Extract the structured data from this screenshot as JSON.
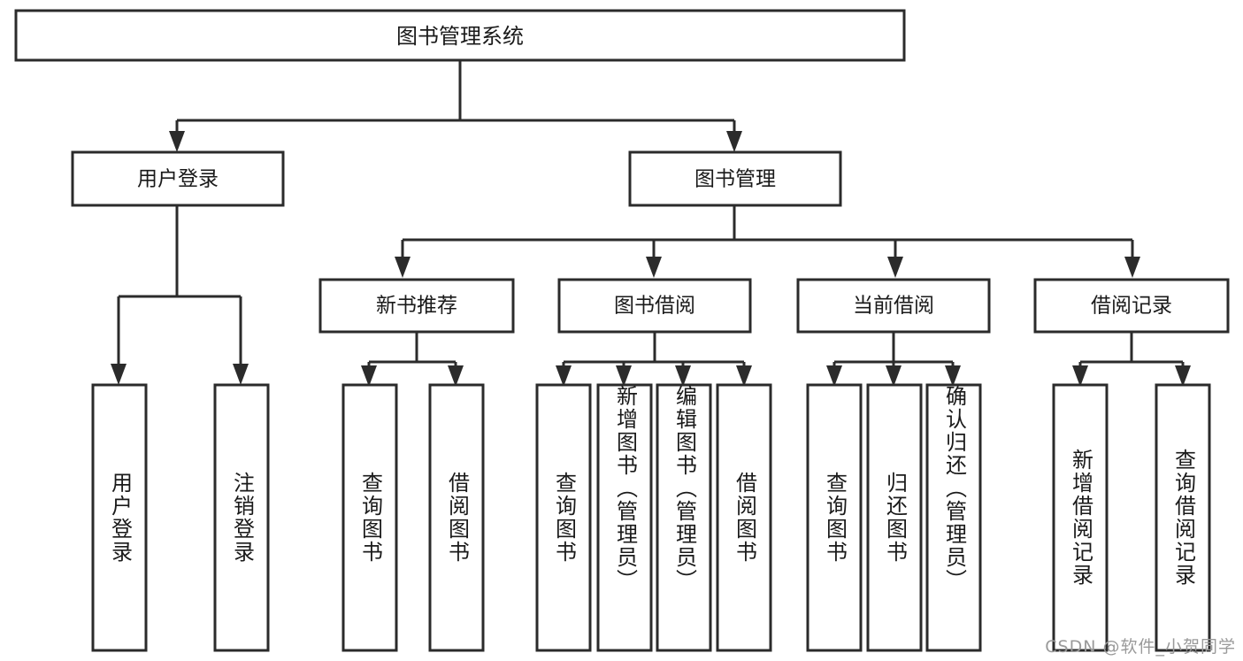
{
  "diagram": {
    "title": "图书管理系统",
    "type": "tree-hierarchy-diagram",
    "colors": {
      "stroke": "#2b2b2b",
      "fill": "#ffffff",
      "text": "#1a1a1a",
      "watermark": "#9a9a9a",
      "background": "#ffffff"
    },
    "root": {
      "label": "图书管理系统"
    },
    "level2": [
      {
        "label": "用户登录"
      },
      {
        "label": "图书管理"
      }
    ],
    "level3": [
      {
        "label": "新书推荐"
      },
      {
        "label": "图书借阅"
      },
      {
        "label": "当前借阅"
      },
      {
        "label": "借阅记录"
      }
    ],
    "leaves": {
      "user_login": [
        {
          "label": "用户登录"
        },
        {
          "label": "注销登录"
        }
      ],
      "new_book_recommend": [
        {
          "label": "查询图书"
        },
        {
          "label": "借阅图书"
        }
      ],
      "book_borrow": [
        {
          "label": "查询图书"
        },
        {
          "label": "新增图书（管理员）"
        },
        {
          "label": "编辑图书（管理员）"
        },
        {
          "label": "借阅图书"
        }
      ],
      "current_borrow": [
        {
          "label": "查询图书"
        },
        {
          "label": "归还图书"
        },
        {
          "label": "确认归还（管理员）"
        }
      ],
      "borrow_record": [
        {
          "label": "新增借阅记录"
        },
        {
          "label": "查询借阅记录"
        }
      ]
    },
    "watermark": "CSDN @软件_小贺同学"
  }
}
